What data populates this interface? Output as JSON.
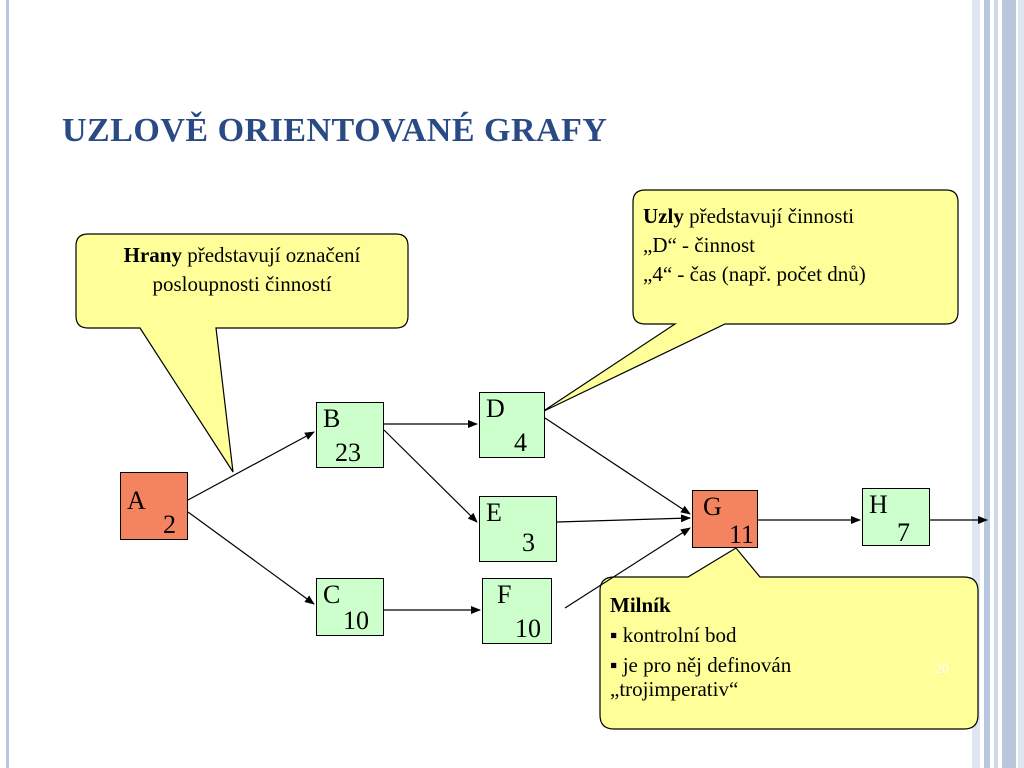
{
  "slide": {
    "title": "UZLOVĚ ORIENTOVANÉ GRAFY",
    "slide_number": "20"
  },
  "nodes": [
    {
      "id": "A",
      "letter": "A",
      "value": "2",
      "color": "#f4845f"
    },
    {
      "id": "B",
      "letter": "B",
      "value": "23",
      "color": "#ccffcc"
    },
    {
      "id": "C",
      "letter": "C",
      "value": "10",
      "color": "#ccffcc"
    },
    {
      "id": "D",
      "letter": "D",
      "value": "4",
      "color": "#ccffcc"
    },
    {
      "id": "E",
      "letter": "E",
      "value": "3",
      "color": "#ccffcc"
    },
    {
      "id": "F",
      "letter": "F",
      "value": "10",
      "color": "#ccffcc"
    },
    {
      "id": "G",
      "letter": "G",
      "value": "11",
      "color": "#f4845f"
    },
    {
      "id": "H",
      "letter": "H",
      "value": "7",
      "color": "#ccffcc"
    }
  ],
  "edges": [
    [
      "A",
      "B"
    ],
    [
      "A",
      "C"
    ],
    [
      "B",
      "D"
    ],
    [
      "B",
      "E"
    ],
    [
      "C",
      "F"
    ],
    [
      "D",
      "G"
    ],
    [
      "E",
      "G"
    ],
    [
      "F",
      "G"
    ],
    [
      "G",
      "H"
    ],
    [
      "H",
      "out"
    ]
  ],
  "callouts": {
    "hrany": {
      "bold": "Hrany",
      "rest": " představují označení",
      "line2": "posloupnosti činností"
    },
    "uzly": {
      "bold": "Uzly",
      "rest": " představují činnosti",
      "line2": "„D“ - činnost",
      "line3": "„4“ - čas (např. počet dnů)"
    },
    "milnik": {
      "bold": "Milník",
      "bullet": "▪",
      "item1": "kontrolní bod",
      "item2": "je pro něj definován",
      "item2_cont": "„trojimperativ“"
    }
  },
  "colors": {
    "title": "#2a4a86",
    "callout_fill": "#ffff99",
    "node_green": "#ccffcc",
    "node_orange": "#f4845f",
    "frame": "#b9c7de"
  }
}
